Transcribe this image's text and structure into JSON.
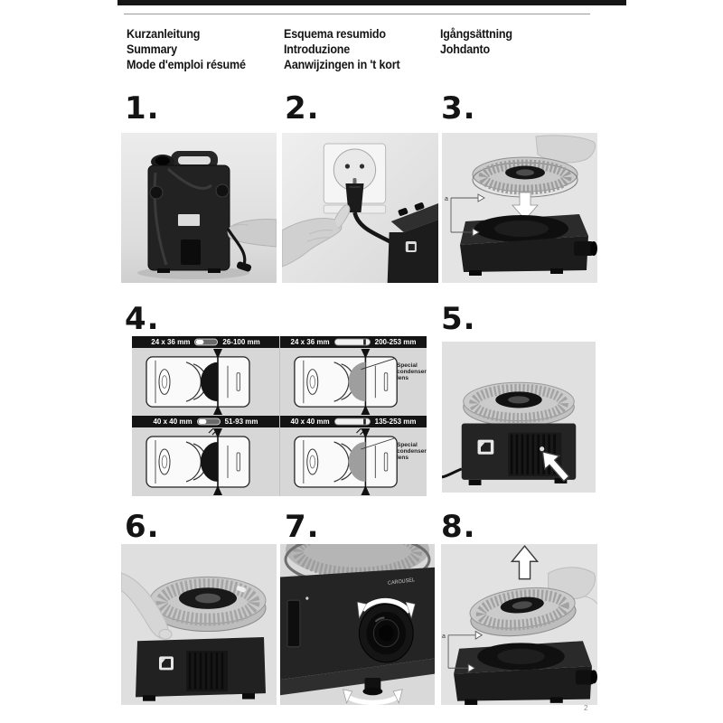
{
  "colors": {
    "ink": "#141414",
    "paper": "#ffffff",
    "bar": "#141414",
    "photo_bg": "#e3e3e3"
  },
  "header": {
    "col1": [
      "Kurzanleitung",
      "Summary",
      "Mode d'emploi résumé"
    ],
    "col2": [
      "Esquema resumido",
      "Introduzione",
      "Aanwijzingen in 't kort"
    ],
    "col3": [
      "Igångsättning",
      "Johdanto"
    ]
  },
  "steps": {
    "n1": "1.",
    "n2": "2.",
    "n3": "3.",
    "n4": "4.",
    "n5": "5.",
    "n6": "6.",
    "n7": "7.",
    "n8": "8."
  },
  "diagram": {
    "quadrants": [
      {
        "format": "24 x 36 mm",
        "range": "26-100 mm",
        "note": ""
      },
      {
        "format": "24 x 36 mm",
        "range": "200-253 mm",
        "note": "Special condenser lens"
      },
      {
        "format": "40 x 40 mm",
        "range": "51-93 mm",
        "note": ""
      },
      {
        "format": "40 x 40 mm",
        "range": "135-253 mm",
        "note": "Special condenser lens"
      }
    ]
  },
  "photos": {
    "p3_marker": "a",
    "p7_label": "CAROUSEL",
    "p8_marker": "a"
  },
  "icons": {
    "down_arrow": "↓",
    "up_arrow": "↑",
    "kodak_logo": "kodak-logo",
    "rotate_arrow": "curved-arrow"
  },
  "page_number": "2"
}
